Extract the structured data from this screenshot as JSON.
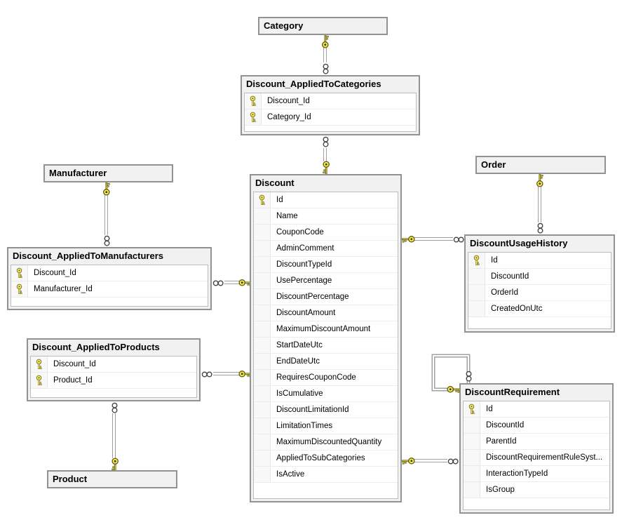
{
  "diagram_type": "database-er-diagram",
  "tables": {
    "category": {
      "title": "Category",
      "fields": []
    },
    "discount_applied_to_categories": {
      "title": "Discount_AppliedToCategories",
      "fields": [
        {
          "name": "Discount_Id",
          "pk": true
        },
        {
          "name": "Category_Id",
          "pk": true
        }
      ]
    },
    "manufacturer": {
      "title": "Manufacturer",
      "fields": []
    },
    "discount_applied_to_manufacturers": {
      "title": "Discount_AppliedToManufacturers",
      "fields": [
        {
          "name": "Discount_Id",
          "pk": true
        },
        {
          "name": "Manufacturer_Id",
          "pk": true
        }
      ]
    },
    "discount_applied_to_products": {
      "title": "Discount_AppliedToProducts",
      "fields": [
        {
          "name": "Discount_Id",
          "pk": true
        },
        {
          "name": "Product_Id",
          "pk": true
        }
      ]
    },
    "product": {
      "title": "Product",
      "fields": []
    },
    "discount": {
      "title": "Discount",
      "fields": [
        {
          "name": "Id",
          "pk": true
        },
        {
          "name": "Name",
          "pk": false
        },
        {
          "name": "CouponCode",
          "pk": false
        },
        {
          "name": "AdminComment",
          "pk": false
        },
        {
          "name": "DiscountTypeId",
          "pk": false
        },
        {
          "name": "UsePercentage",
          "pk": false
        },
        {
          "name": "DiscountPercentage",
          "pk": false
        },
        {
          "name": "DiscountAmount",
          "pk": false
        },
        {
          "name": "MaximumDiscountAmount",
          "pk": false
        },
        {
          "name": "StartDateUtc",
          "pk": false
        },
        {
          "name": "EndDateUtc",
          "pk": false
        },
        {
          "name": "RequiresCouponCode",
          "pk": false
        },
        {
          "name": "IsCumulative",
          "pk": false
        },
        {
          "name": "DiscountLimitationId",
          "pk": false
        },
        {
          "name": "LimitationTimes",
          "pk": false
        },
        {
          "name": "MaximumDiscountedQuantity",
          "pk": false
        },
        {
          "name": "AppliedToSubCategories",
          "pk": false
        },
        {
          "name": "IsActive",
          "pk": false
        }
      ]
    },
    "order": {
      "title": "Order",
      "fields": []
    },
    "discount_usage_history": {
      "title": "DiscountUsageHistory",
      "fields": [
        {
          "name": "Id",
          "pk": true
        },
        {
          "name": "DiscountId",
          "pk": false
        },
        {
          "name": "OrderId",
          "pk": false
        },
        {
          "name": "CreatedOnUtc",
          "pk": false
        }
      ]
    },
    "discount_requirement": {
      "title": "DiscountRequirement",
      "fields": [
        {
          "name": "Id",
          "pk": true
        },
        {
          "name": "DiscountId",
          "pk": false
        },
        {
          "name": "ParentId",
          "pk": false
        },
        {
          "name": "DiscountRequirementRuleSyst...",
          "pk": false
        },
        {
          "name": "InteractionTypeId",
          "pk": false
        },
        {
          "name": "IsGroup",
          "pk": false
        }
      ]
    }
  },
  "relationships": [
    {
      "one": "Category",
      "many": "Discount_AppliedToCategories"
    },
    {
      "one": "Discount",
      "many": "Discount_AppliedToCategories"
    },
    {
      "one": "Manufacturer",
      "many": "Discount_AppliedToManufacturers"
    },
    {
      "one": "Discount",
      "many": "Discount_AppliedToManufacturers"
    },
    {
      "one": "Discount",
      "many": "Discount_AppliedToProducts"
    },
    {
      "one": "Product",
      "many": "Discount_AppliedToProducts"
    },
    {
      "one": "Order",
      "many": "DiscountUsageHistory"
    },
    {
      "one": "Discount",
      "many": "DiscountUsageHistory"
    },
    {
      "one": "Discount",
      "many": "DiscountRequirement"
    },
    {
      "one": "DiscountRequirement",
      "many": "DiscountRequirement"
    }
  ],
  "icons": {
    "primary_key": "key-icon",
    "one_end": "key-icon",
    "many_end": "infinity-icon"
  },
  "colors": {
    "background": "#ffffff",
    "table_header_bg": "#f1f1f1",
    "table_border": "#929292",
    "row_separator": "#ececec",
    "connector_gray": "#a0a0a0",
    "key_yellow": "#f8ef4e"
  }
}
